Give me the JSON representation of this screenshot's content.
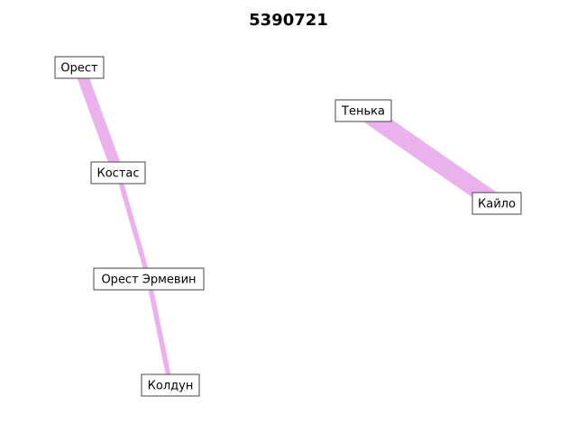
{
  "title": "5390721",
  "edge_color": "#ebb1ec",
  "nodes": [
    {
      "id": "orest",
      "label": "Орест"
    },
    {
      "id": "kostas",
      "label": "Костас"
    },
    {
      "id": "orest-ermevin",
      "label": "Орест Эрмевин"
    },
    {
      "id": "koldun",
      "label": "Колдун"
    },
    {
      "id": "tenka",
      "label": "Тенька"
    },
    {
      "id": "kaylo",
      "label": "Кайло"
    }
  ],
  "edges": [
    {
      "source": "orest",
      "target": "kostas",
      "weight": 3
    },
    {
      "source": "kostas",
      "target": "orest-ermevin",
      "weight": 1
    },
    {
      "source": "orest-ermevin",
      "target": "koldun",
      "weight": 1
    },
    {
      "source": "tenka",
      "target": "kaylo",
      "weight": 5
    }
  ]
}
